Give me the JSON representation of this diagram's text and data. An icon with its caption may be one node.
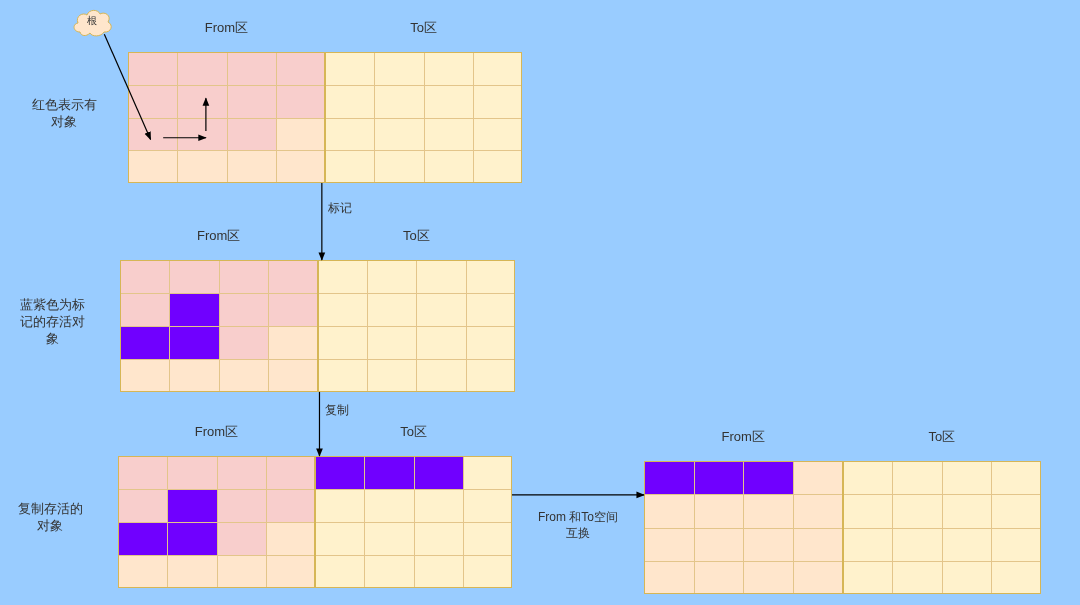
{
  "diagram": {
    "nodes": [
      {
        "text": [
          "根"
        ]
      },
      {
        "text": [],
        "shape": "box",
        "beside": [
          "红色表示有对象"
        ]
      },
      {
        "text": [],
        "shape": "box",
        "in": 1
      },
      {
        "text": [],
        "shape": "box",
        "in": 2
      },
      {
        "text": [],
        "shape": "box",
        "in": 2
      },
      {
        "text": [],
        "shape": "box",
        "in": 2
      },
      {
        "text": [],
        "shape": "box",
        "in": 1
      },
      {
        "text": [],
        "shape": "box",
        "beside": [
          "蓝紫色为标记的存活对象"
        ]
      },
      {
        "text": [],
        "shape": "box",
        "in": 7
      },
      {
        "text": [],
        "shape": "box",
        "in": 7
      },
      {
        "text": [],
        "shape": "box",
        "beside": [
          "复制存活的对象"
        ]
      },
      {
        "text": [],
        "shape": "box",
        "in": 10
      },
      {
        "text": [],
        "shape": "box",
        "in": 10
      },
      {
        "text": [],
        "shape": "box"
      },
      {
        "text": [],
        "shape": "box",
        "in": 13
      },
      {
        "text": [],
        "shape": "box",
        "in": 13
      }
    ],
    "edges": [
      {
        "from": 0,
        "to": 4,
        "arrow": "to"
      },
      {
        "from": 4,
        "to": 5,
        "arrow": "to"
      },
      {
        "from": 5,
        "to": 3,
        "arrow": "to"
      },
      {
        "from": 1,
        "to": 7,
        "label": "标记",
        "arrow": "to"
      },
      {
        "from": 7,
        "to": 10,
        "label": "复制",
        "arrow": "to"
      },
      {
        "from": 10,
        "to": 13,
        "label": "From 和To空间互换",
        "arrow": "to"
      }
    ],
    "labels": [
      "From区",
      "To区",
      "From区",
      "To区",
      "From区",
      "To区",
      "From区",
      "To区"
    ]
  }
}
